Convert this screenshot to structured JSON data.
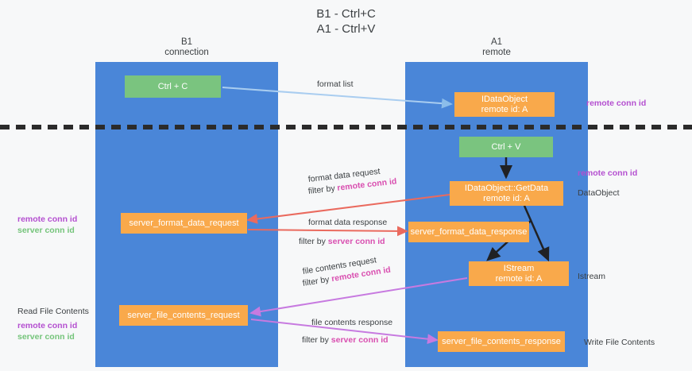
{
  "title": {
    "line1": "B1 - Ctrl+C",
    "line2": "A1 - Ctrl+V"
  },
  "lanes": [
    {
      "id": "b1",
      "title_line1": "B1",
      "title_line2": "connection",
      "color": "#4a86d8"
    },
    {
      "id": "a1",
      "title_line1": "A1",
      "title_line2": "remote",
      "color": "#4a86d8"
    }
  ],
  "nodes": {
    "ctrl_c": {
      "label_line1": "Ctrl + C",
      "label_line2": "",
      "color": "#7ac47f"
    },
    "idataobject": {
      "label_line1": "IDataObject",
      "label_line2": "remote id: A",
      "color": "#f9a94b"
    },
    "ctrl_v": {
      "label_line1": "Ctrl + V",
      "label_line2": "",
      "color": "#7ac47f"
    },
    "getdata": {
      "label_line1": "IDataObject::GetData",
      "label_line2": "remote id: A",
      "color": "#f9a94b"
    },
    "server_format_data_request": {
      "label_line1": "server_format_data_request",
      "label_line2": "",
      "color": "#f9a94b"
    },
    "server_format_data_response": {
      "label_line1": "server_format_data_response",
      "label_line2": "",
      "color": "#f9a94b"
    },
    "istream": {
      "label_line1": "IStream",
      "label_line2": "remote id: A",
      "color": "#f9a94b"
    },
    "server_file_contents_request": {
      "label_line1": "server_file_contents_request",
      "label_line2": "",
      "color": "#f9a94b"
    },
    "server_file_contents_response": {
      "label_line1": "server_file_contents_response",
      "label_line2": "",
      "color": "#f9a94b"
    }
  },
  "edges": {
    "format_list": {
      "label": "format list",
      "color": "#a9cdf0"
    },
    "format_data_request": {
      "label": "format data request",
      "filter_prefix": "filter by ",
      "filter_key": "remote conn id",
      "color": "#ea6a5e"
    },
    "format_data_response": {
      "label": "format data response",
      "filter_prefix": "filter by ",
      "filter_key": "server conn id",
      "color": "#ea6a5e"
    },
    "file_contents_request": {
      "label": "file contents request",
      "filter_prefix": "filter by ",
      "filter_key": "remote conn id",
      "color": "#c77ae0"
    },
    "file_contents_response": {
      "label": "file contents response",
      "filter_prefix": "filter by ",
      "filter_key": "server conn id",
      "color": "#c77ae0"
    }
  },
  "annotations": {
    "right_remote_conn_id_top": "remote conn id",
    "right_remote_conn_id_mid": "remote conn id",
    "right_dataobject": "DataObject",
    "right_istream": "Istream",
    "right_write_file_contents": "Write File Contents",
    "left_remote_conn_id": "remote conn id",
    "left_server_conn_id": "server conn id",
    "left_read_file_contents": "Read File Contents",
    "left_remote_conn_id_2": "remote conn id",
    "left_server_conn_id_2": "server conn id"
  },
  "colors": {
    "lane": "#4a86d8",
    "green_node": "#7ac47f",
    "orange_node": "#f9a94b",
    "divider": "#2b2b2b",
    "purple": "#b44fd0",
    "green_text": "#74c47a",
    "magenta": "#d94fb0",
    "red_arrow": "#ea6a5e",
    "purple_arrow": "#c77ae0",
    "blue_arrow": "#a9cdf0",
    "background": "#f7f8f9"
  }
}
